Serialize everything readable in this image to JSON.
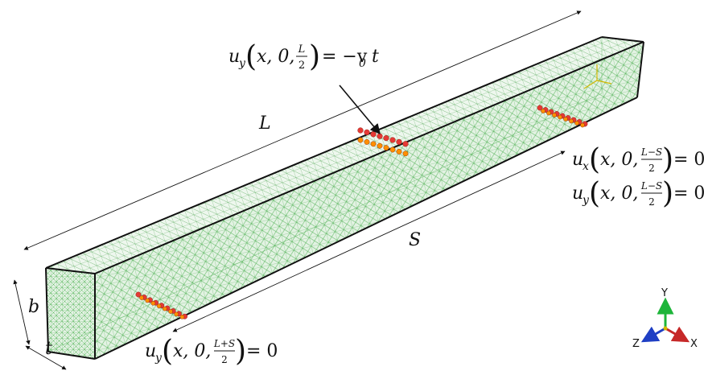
{
  "labels": {
    "length": "L",
    "span": "S",
    "height": "b",
    "thickness": "t"
  },
  "equations": {
    "load": {
      "lhs_var": "u",
      "lhs_sub": "y",
      "args": "x, 0,",
      "frac_num": "L",
      "frac_den": "2",
      "rhs": "= −v",
      "rhs_sub": "0",
      "rhs_tail": "t"
    },
    "support_right_x": {
      "lhs_var": "u",
      "lhs_sub": "x",
      "args": "x, 0,",
      "frac_num": "L−S",
      "frac_den": "2",
      "rhs": "= 0"
    },
    "support_right_y": {
      "lhs_var": "u",
      "lhs_sub": "y",
      "args": "x, 0,",
      "frac_num": "L−S",
      "frac_den": "2",
      "rhs": "= 0"
    },
    "support_left_y": {
      "lhs_var": "u",
      "lhs_sub": "y",
      "args": "x, 0,",
      "frac_num": "L+S",
      "frac_den": "2",
      "rhs": "= 0"
    }
  },
  "triad": {
    "y": "Y",
    "z": "Z",
    "x": "X",
    "colors": {
      "y": "#1db53a",
      "z": "#1f3fc4",
      "x": "#c62828"
    }
  },
  "colors": {
    "mesh": "#4caf50",
    "mesh_face": "#e6f4e6",
    "edge": "#111111",
    "node_red": "#e53935",
    "node_orange": "#ff8f00"
  }
}
